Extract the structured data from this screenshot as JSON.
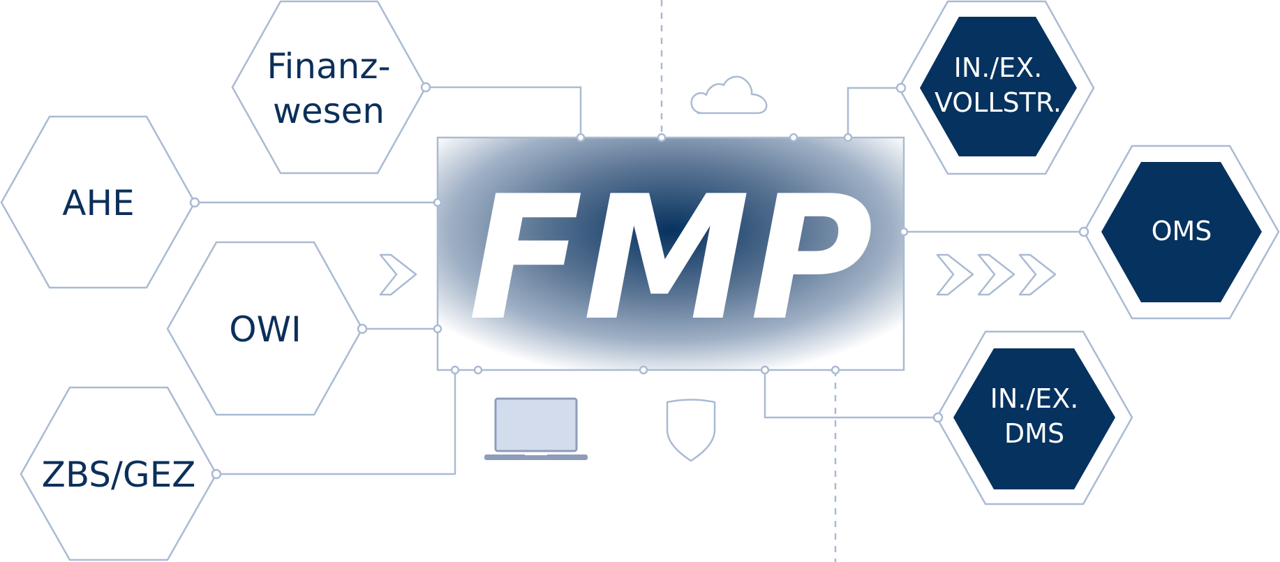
{
  "colors": {
    "navy": "#06325f",
    "outline": "#a9bad3",
    "label": "#0c2f5a",
    "background": "#ffffff"
  },
  "center": {
    "label": "FMP"
  },
  "left_modules": {
    "finanzwesen": {
      "line1": "Finanz-",
      "line2": "wesen"
    },
    "ahe": {
      "label": "AHE"
    },
    "owi": {
      "label": "OWI"
    },
    "zbs_gez": {
      "label": "ZBS/GEZ"
    }
  },
  "right_modules": {
    "vollstr": {
      "line1": "IN./EX.",
      "line2": "VOLLSTR."
    },
    "oms": {
      "label": "OMS"
    },
    "dms": {
      "line1": "IN./EX.",
      "line2": "DMS"
    }
  },
  "icons": [
    "cloud-icon",
    "laptop-icon",
    "shield-icon",
    "chevron-right-icon"
  ]
}
